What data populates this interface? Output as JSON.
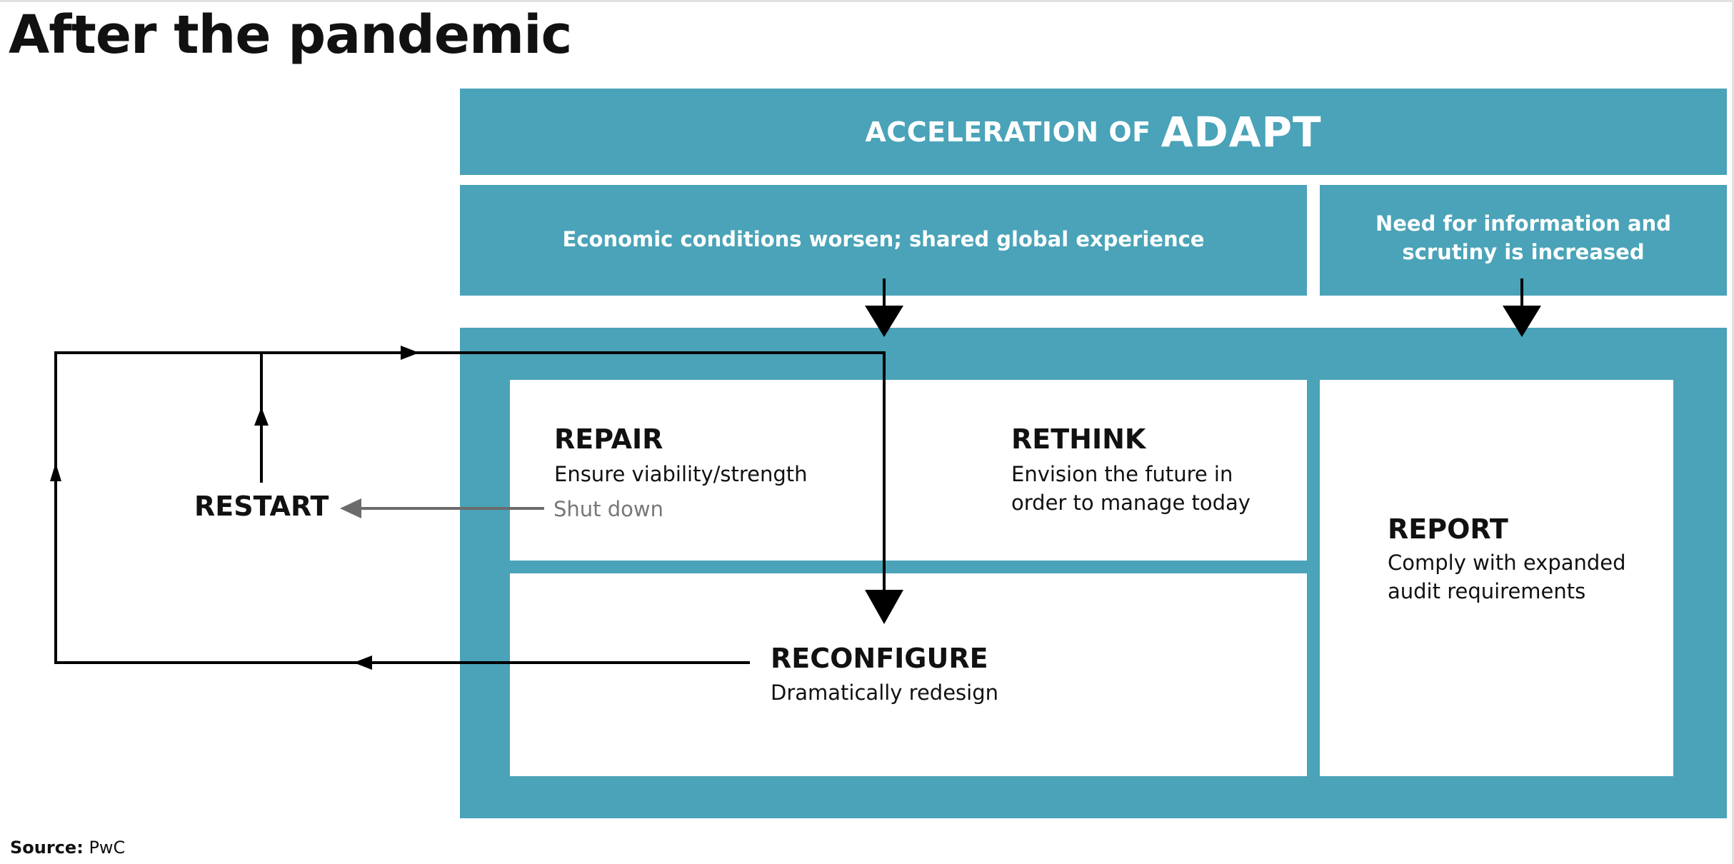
{
  "title": "After the pandemic",
  "banner": {
    "prefix": "ACCELERATION OF",
    "emphasis": "ADAPT"
  },
  "conditions": {
    "text": "Economic conditions worsen; shared global experience"
  },
  "information": {
    "line1": "Need for information and",
    "line2": "scrutiny is increased"
  },
  "repair": {
    "heading": "REPAIR",
    "desc": "Ensure viability/strength",
    "shut": "Shut down"
  },
  "rethink": {
    "heading": "RETHINK",
    "line1": "Envision the future in",
    "line2": "order to manage today"
  },
  "restart": {
    "heading": "RESTART"
  },
  "reconfigure": {
    "heading": "RECONFIGURE",
    "desc": "Dramatically redesign"
  },
  "report": {
    "heading": "REPORT",
    "line1": "Comply with expanded",
    "line2": "audit requirements"
  },
  "source": {
    "label": "Source:",
    "value": "PwC"
  },
  "colors": {
    "teal": "#4aa3b8",
    "arrow": "#000000",
    "shutdown_arrow": "#6b6b6b"
  }
}
